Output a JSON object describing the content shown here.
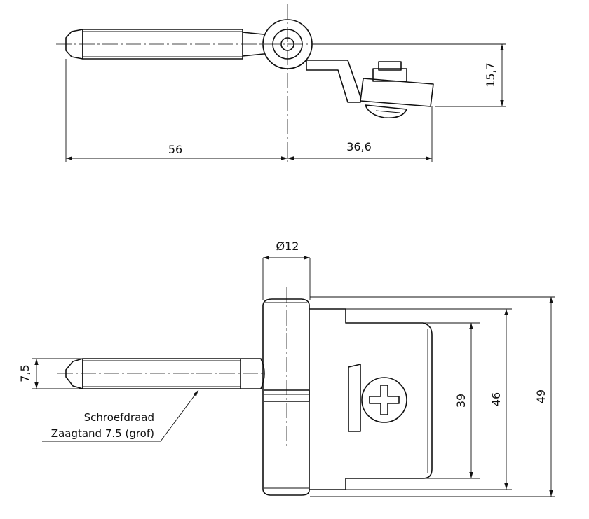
{
  "top_view": {
    "dims": {
      "length_left": "56",
      "length_right": "36,6",
      "height_offset": "15,7"
    }
  },
  "bottom_view": {
    "dims": {
      "diameter": "Ø12",
      "pin_diameter": "7,5",
      "plate_inner": "39",
      "plate_outer": "46",
      "total_height": "49"
    },
    "annotation": {
      "line1": "Schroefdraad",
      "line2": "Zaagtand 7.5 (grof)"
    }
  }
}
